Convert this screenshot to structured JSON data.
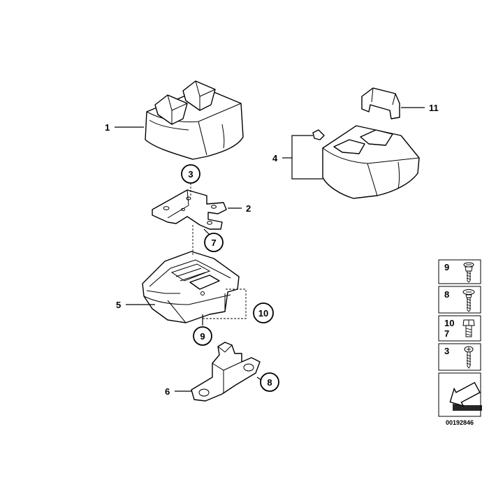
{
  "diagram": {
    "callouts": {
      "c1": "1",
      "c2": "2",
      "c4": "4",
      "c5": "5",
      "c6": "6",
      "c11": "11"
    },
    "circled": {
      "k3": "3",
      "k7": "7",
      "k9": "9",
      "k10": "10",
      "k8": "8"
    },
    "legend": {
      "row1": "9",
      "row2": "8",
      "row3_a": "10",
      "row3_b": "7",
      "row4": "3"
    },
    "drawing_number": "00192846"
  }
}
